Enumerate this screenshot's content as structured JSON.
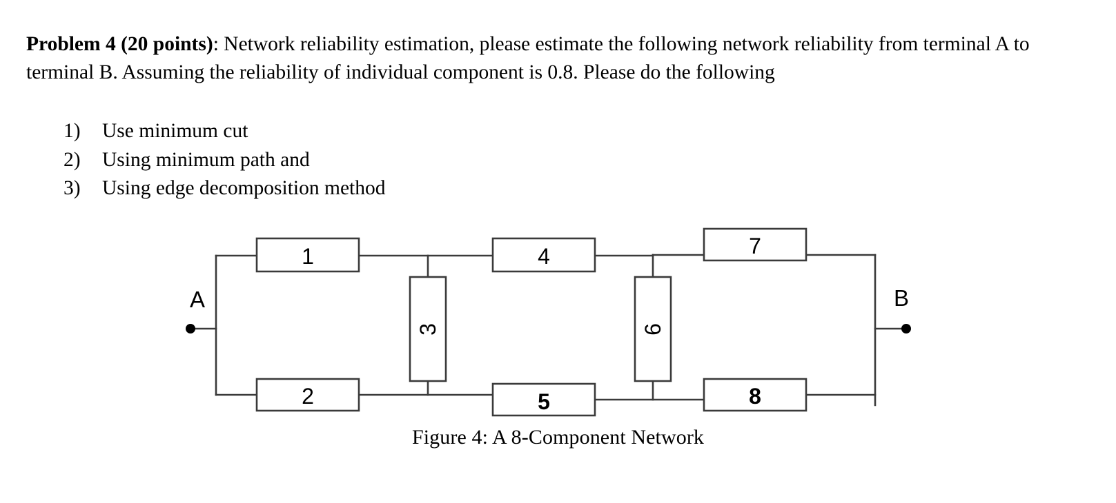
{
  "document": {
    "problem": {
      "label": "Problem 4 (20 points)",
      "body": ": Network reliability estimation, please estimate the following network reliability from terminal A to terminal B. Assuming the reliability of individual component is 0.8. Please do the following"
    },
    "instructions": [
      {
        "marker": "1)",
        "text": "Use minimum cut"
      },
      {
        "marker": "2)",
        "text": "Using minimum path and"
      },
      {
        "marker": "3)",
        "text": "Using edge decomposition method"
      }
    ],
    "figure": {
      "caption": "Figure 4: A 8-Component Network",
      "terminals": [
        {
          "id": "A",
          "label": "A"
        },
        {
          "id": "B",
          "label": "B"
        }
      ],
      "components": [
        {
          "id": "c1",
          "label": "1",
          "orientation": "horizontal",
          "bold": false
        },
        {
          "id": "c2",
          "label": "2",
          "orientation": "horizontal",
          "bold": false
        },
        {
          "id": "c3",
          "label": "3",
          "orientation": "vertical",
          "bold": false
        },
        {
          "id": "c4",
          "label": "4",
          "orientation": "horizontal",
          "bold": false
        },
        {
          "id": "c5",
          "label": "5",
          "orientation": "horizontal",
          "bold": true
        },
        {
          "id": "c6",
          "label": "6",
          "orientation": "vertical",
          "bold": false
        },
        {
          "id": "c7",
          "label": "7",
          "orientation": "horizontal",
          "bold": false
        },
        {
          "id": "c8",
          "label": "8",
          "orientation": "horizontal",
          "bold": true
        }
      ],
      "colors": {
        "line": "#3a3a3a",
        "box_fill": "#ffffff",
        "text": "#000000"
      }
    }
  }
}
